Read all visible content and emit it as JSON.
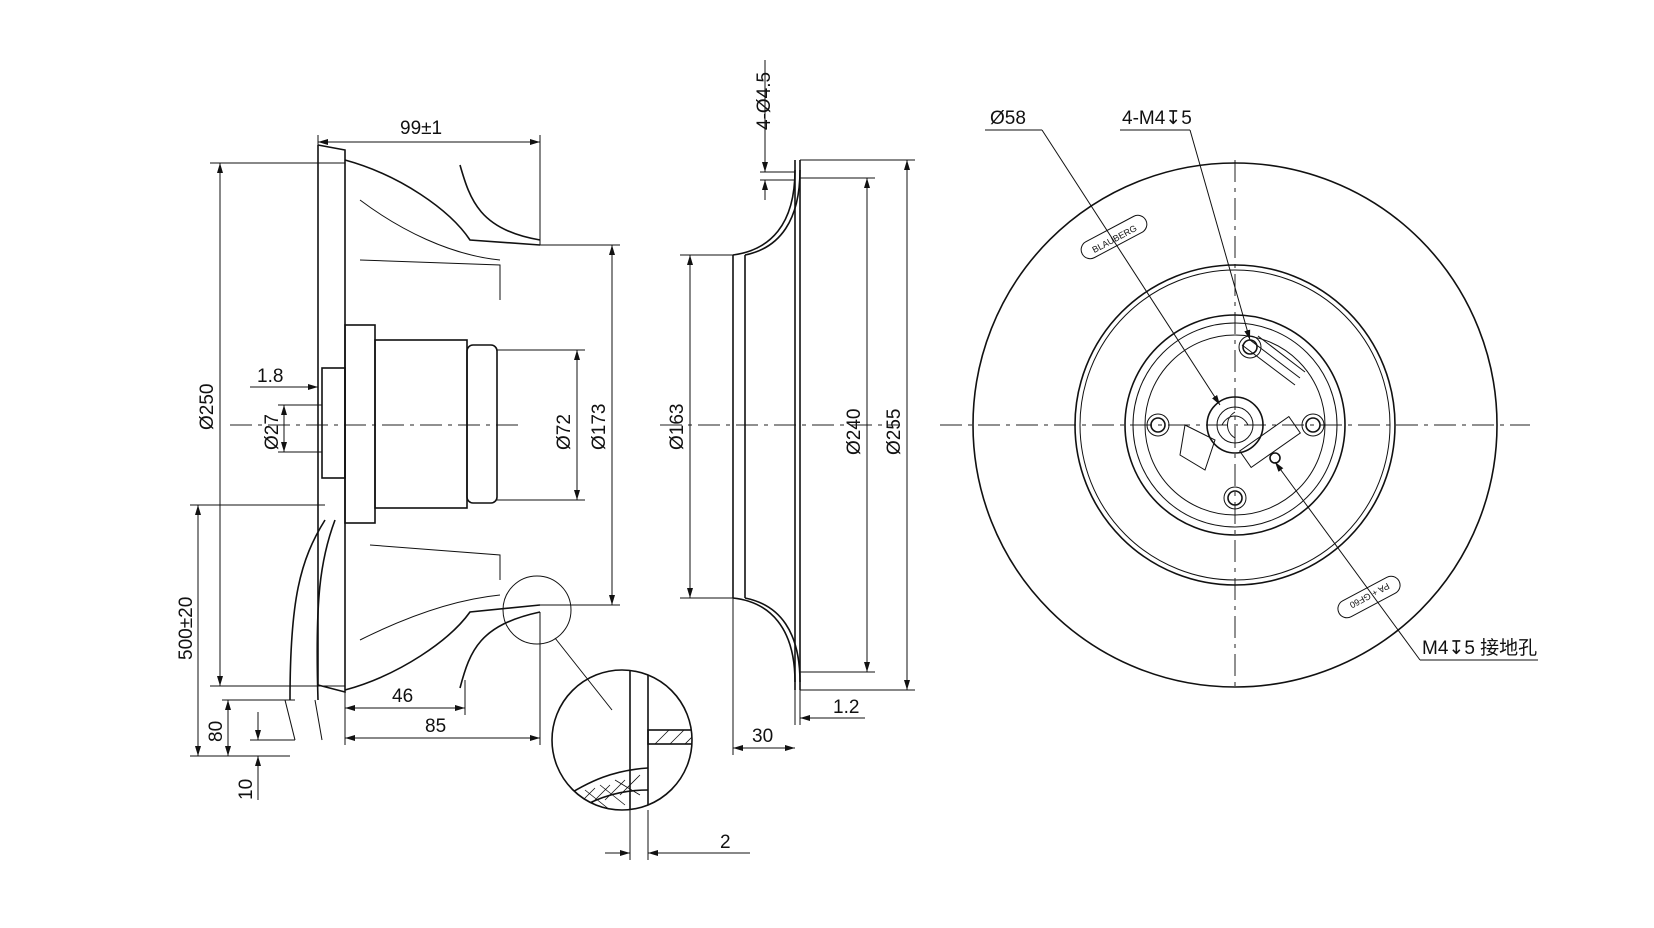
{
  "side_view": {
    "overall_depth": "99±1",
    "impeller_diameter": "Ø250",
    "flange_thickness": "1.8",
    "motor_bore": "Ø27",
    "motor_diameter": "Ø72",
    "inlet_diameter": "Ø173",
    "cable_length": "500±20",
    "hub_depth": "46",
    "blade_depth": "85",
    "lead_strip": "80",
    "wire_strip": "10"
  },
  "inlet_ring_view": {
    "hole_spec": "4-Ø4.5",
    "throat_diameter": "Ø163",
    "bolt_circle": "Ø240",
    "outer_diameter": "Ø255",
    "flange_thickness": "1.2",
    "ring_depth": "30"
  },
  "detail_view": {
    "gap": "2"
  },
  "front_view": {
    "hub_diameter": "Ø58",
    "mount_thread": "4-M4↧5",
    "ground_hole": "M4↧5  接地孔",
    "brand_text": "BLAUBERG",
    "rotation_label": "PA + GF60"
  }
}
